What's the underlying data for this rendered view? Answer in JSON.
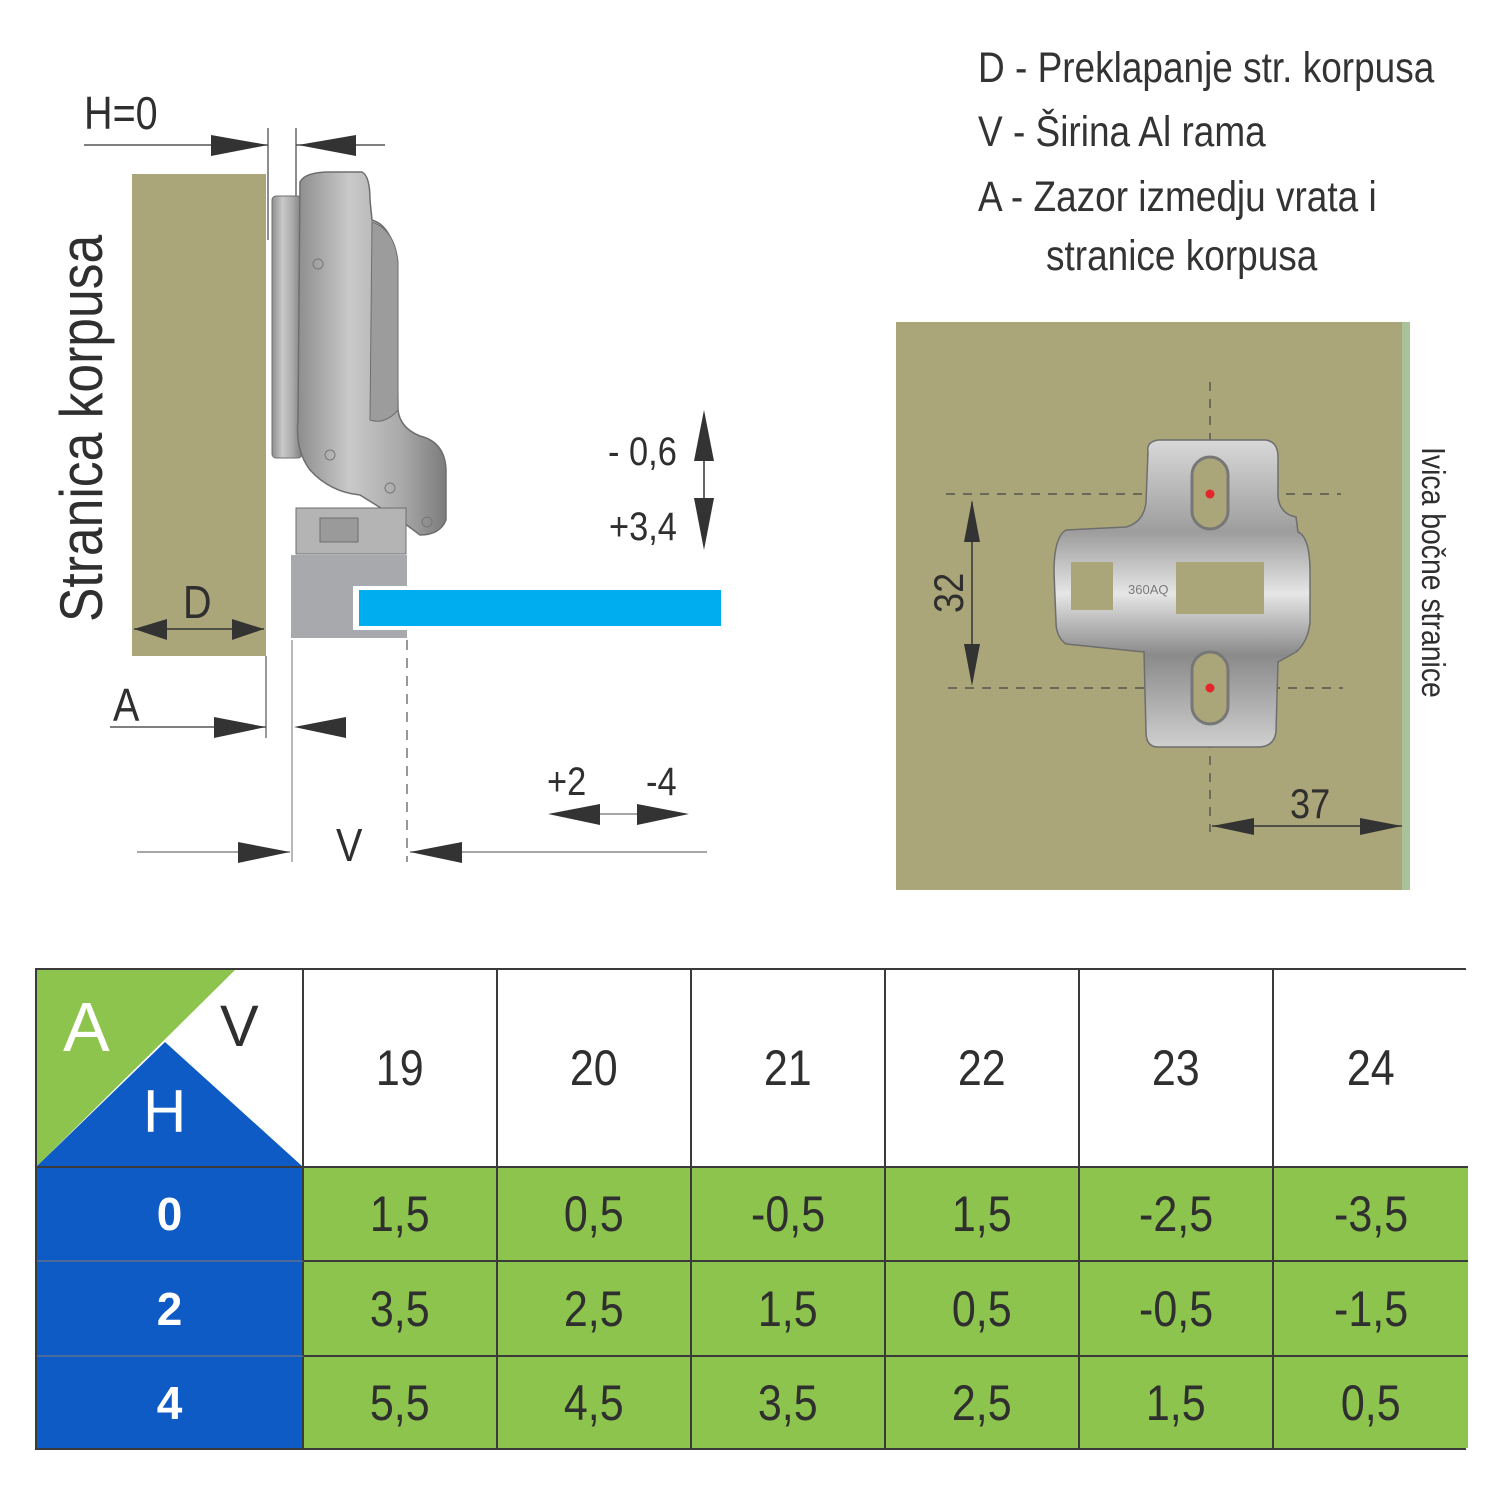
{
  "legend": {
    "line_d": "D - Preklapanje str. korpusa",
    "line_v": "V - Širina Al rama",
    "line_a1": "A - Zazor izmedju vrata i",
    "line_a2": "stranice korpusa"
  },
  "side_view": {
    "h_label": "H=0",
    "panel_label": "Stranica korpusa",
    "d_label": "D",
    "a_label": "A",
    "v_label": "V",
    "vertical_adjust_top": "- 0,6",
    "vertical_adjust_bottom": "+3,4",
    "horizontal_adjust_left": "+2",
    "horizontal_adjust_right": "-4"
  },
  "plate_view": {
    "dim_vertical": "32",
    "dim_horizontal": "37",
    "edge_label": "Ivica bočne stranice",
    "plate_marking": "360AQ"
  },
  "colors": {
    "panel": "#aba679",
    "door_glass": "#00aeef",
    "profile_gray": "#a7a9ac",
    "table_green": "#8dc44d",
    "table_blue": "#0e5bc5",
    "edge_green": "#a9c29a"
  },
  "table": {
    "corner": {
      "a": "A",
      "v": "V",
      "h": "H"
    },
    "columns": [
      "19",
      "20",
      "21",
      "22",
      "23",
      "24"
    ],
    "rows": [
      {
        "h": "0",
        "values": [
          "1,5",
          "0,5",
          "-0,5",
          "1,5",
          "-2,5",
          "-3,5"
        ]
      },
      {
        "h": "2",
        "values": [
          "3,5",
          "2,5",
          "1,5",
          "0,5",
          "-0,5",
          "-1,5"
        ]
      },
      {
        "h": "4",
        "values": [
          "5,5",
          "4,5",
          "3,5",
          "2,5",
          "1,5",
          "0,5"
        ]
      }
    ]
  }
}
